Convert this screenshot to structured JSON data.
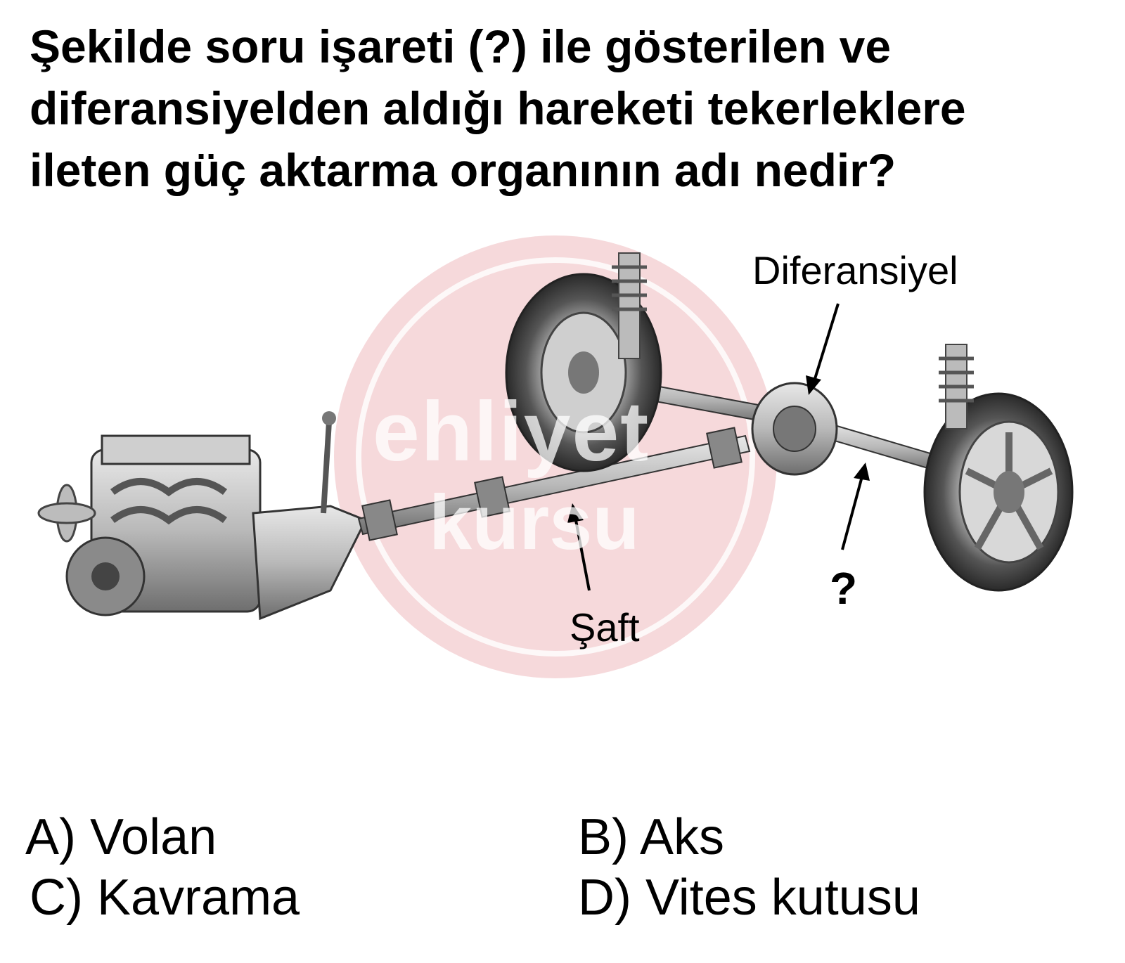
{
  "question": {
    "line1": "Şekilde soru işareti (?) ile gösterilen ve",
    "line2": "diferansiyelden aldığı hareketi tekerleklere",
    "line3": "ileten güç aktarma organının adı nedir?"
  },
  "figure": {
    "label_differential": "Diferansiyel",
    "label_shaft": "Şaft",
    "label_unknown": "?"
  },
  "watermark": {
    "line1": "ehliyet",
    "line2": "kursu"
  },
  "options": [
    {
      "text": "A) Volan"
    },
    {
      "text": "B) Aks"
    },
    {
      "text": "C) Kavrama"
    },
    {
      "text": "D) Vites kutusu"
    }
  ],
  "colors": {
    "watermark_red": "#e6a0a5",
    "text": "#000000"
  }
}
